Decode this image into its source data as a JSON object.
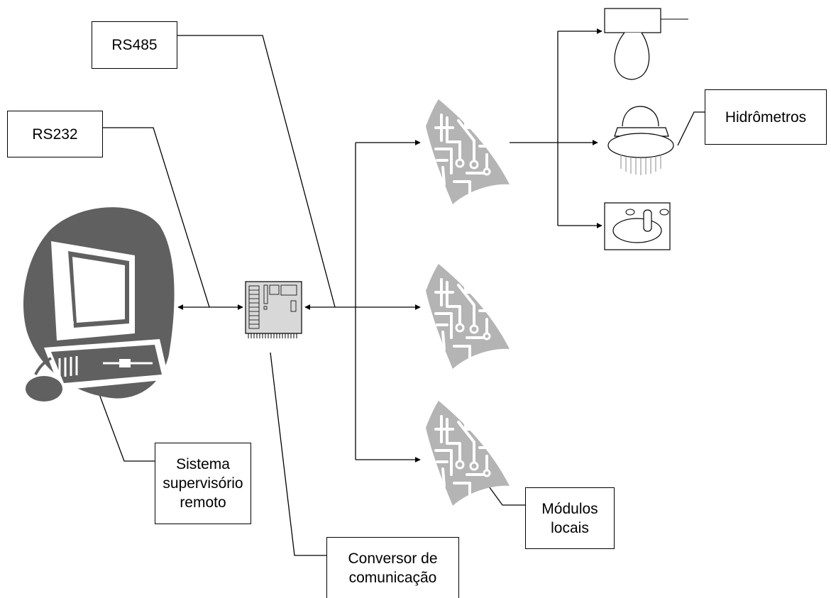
{
  "labels": {
    "rs485": "RS485",
    "rs232": "RS232",
    "hidrometros": "Hidrômetros",
    "sistema": [
      "Sistema",
      "supervisório",
      "remoto"
    ],
    "modulos": [
      "Módulos",
      "locais"
    ],
    "conversor": [
      "Conversor de",
      "comunicação"
    ]
  },
  "icons": [
    "computer-icon",
    "converter-board-icon",
    "circuit-module-icon",
    "lamp-icon",
    "shower-icon",
    "sink-icon"
  ],
  "colors": {
    "line": "#000000",
    "computer_fill": "#606060",
    "module_fill": "#b4b4b4",
    "board_fill": "#d8d8d8"
  }
}
